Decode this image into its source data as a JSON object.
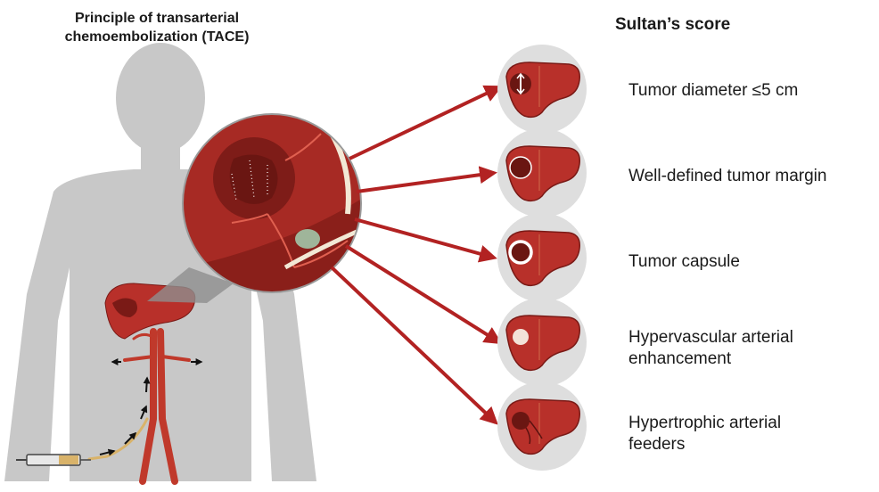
{
  "titles": {
    "left_line1": "Principle of transarterial",
    "left_line2": "chemoembolization (TACE)",
    "right": "Sultan’s score"
  },
  "criteria": [
    {
      "lines": [
        "Tumor diameter ≤5 cm"
      ],
      "marker": "diameter-arrow"
    },
    {
      "lines": [
        "Well-defined tumor margin"
      ],
      "marker": "sharp-margin"
    },
    {
      "lines": [
        "Tumor capsule"
      ],
      "marker": "capsule-ring"
    },
    {
      "lines": [
        "Hypervascular arterial",
        "enhancement"
      ],
      "marker": "bright-spot"
    },
    {
      "lines": [
        "Hypertrophic arterial",
        "feeders"
      ],
      "marker": "feeder-vessels"
    }
  ],
  "colors": {
    "liver": "#b8302a",
    "liver_dark": "#7a1a16",
    "vessel": "#c0392b",
    "arrow": "#b22222",
    "silhouette": "#c8c8c8",
    "icon_background": "#dedede",
    "gallbladder": "#9fb59a"
  }
}
